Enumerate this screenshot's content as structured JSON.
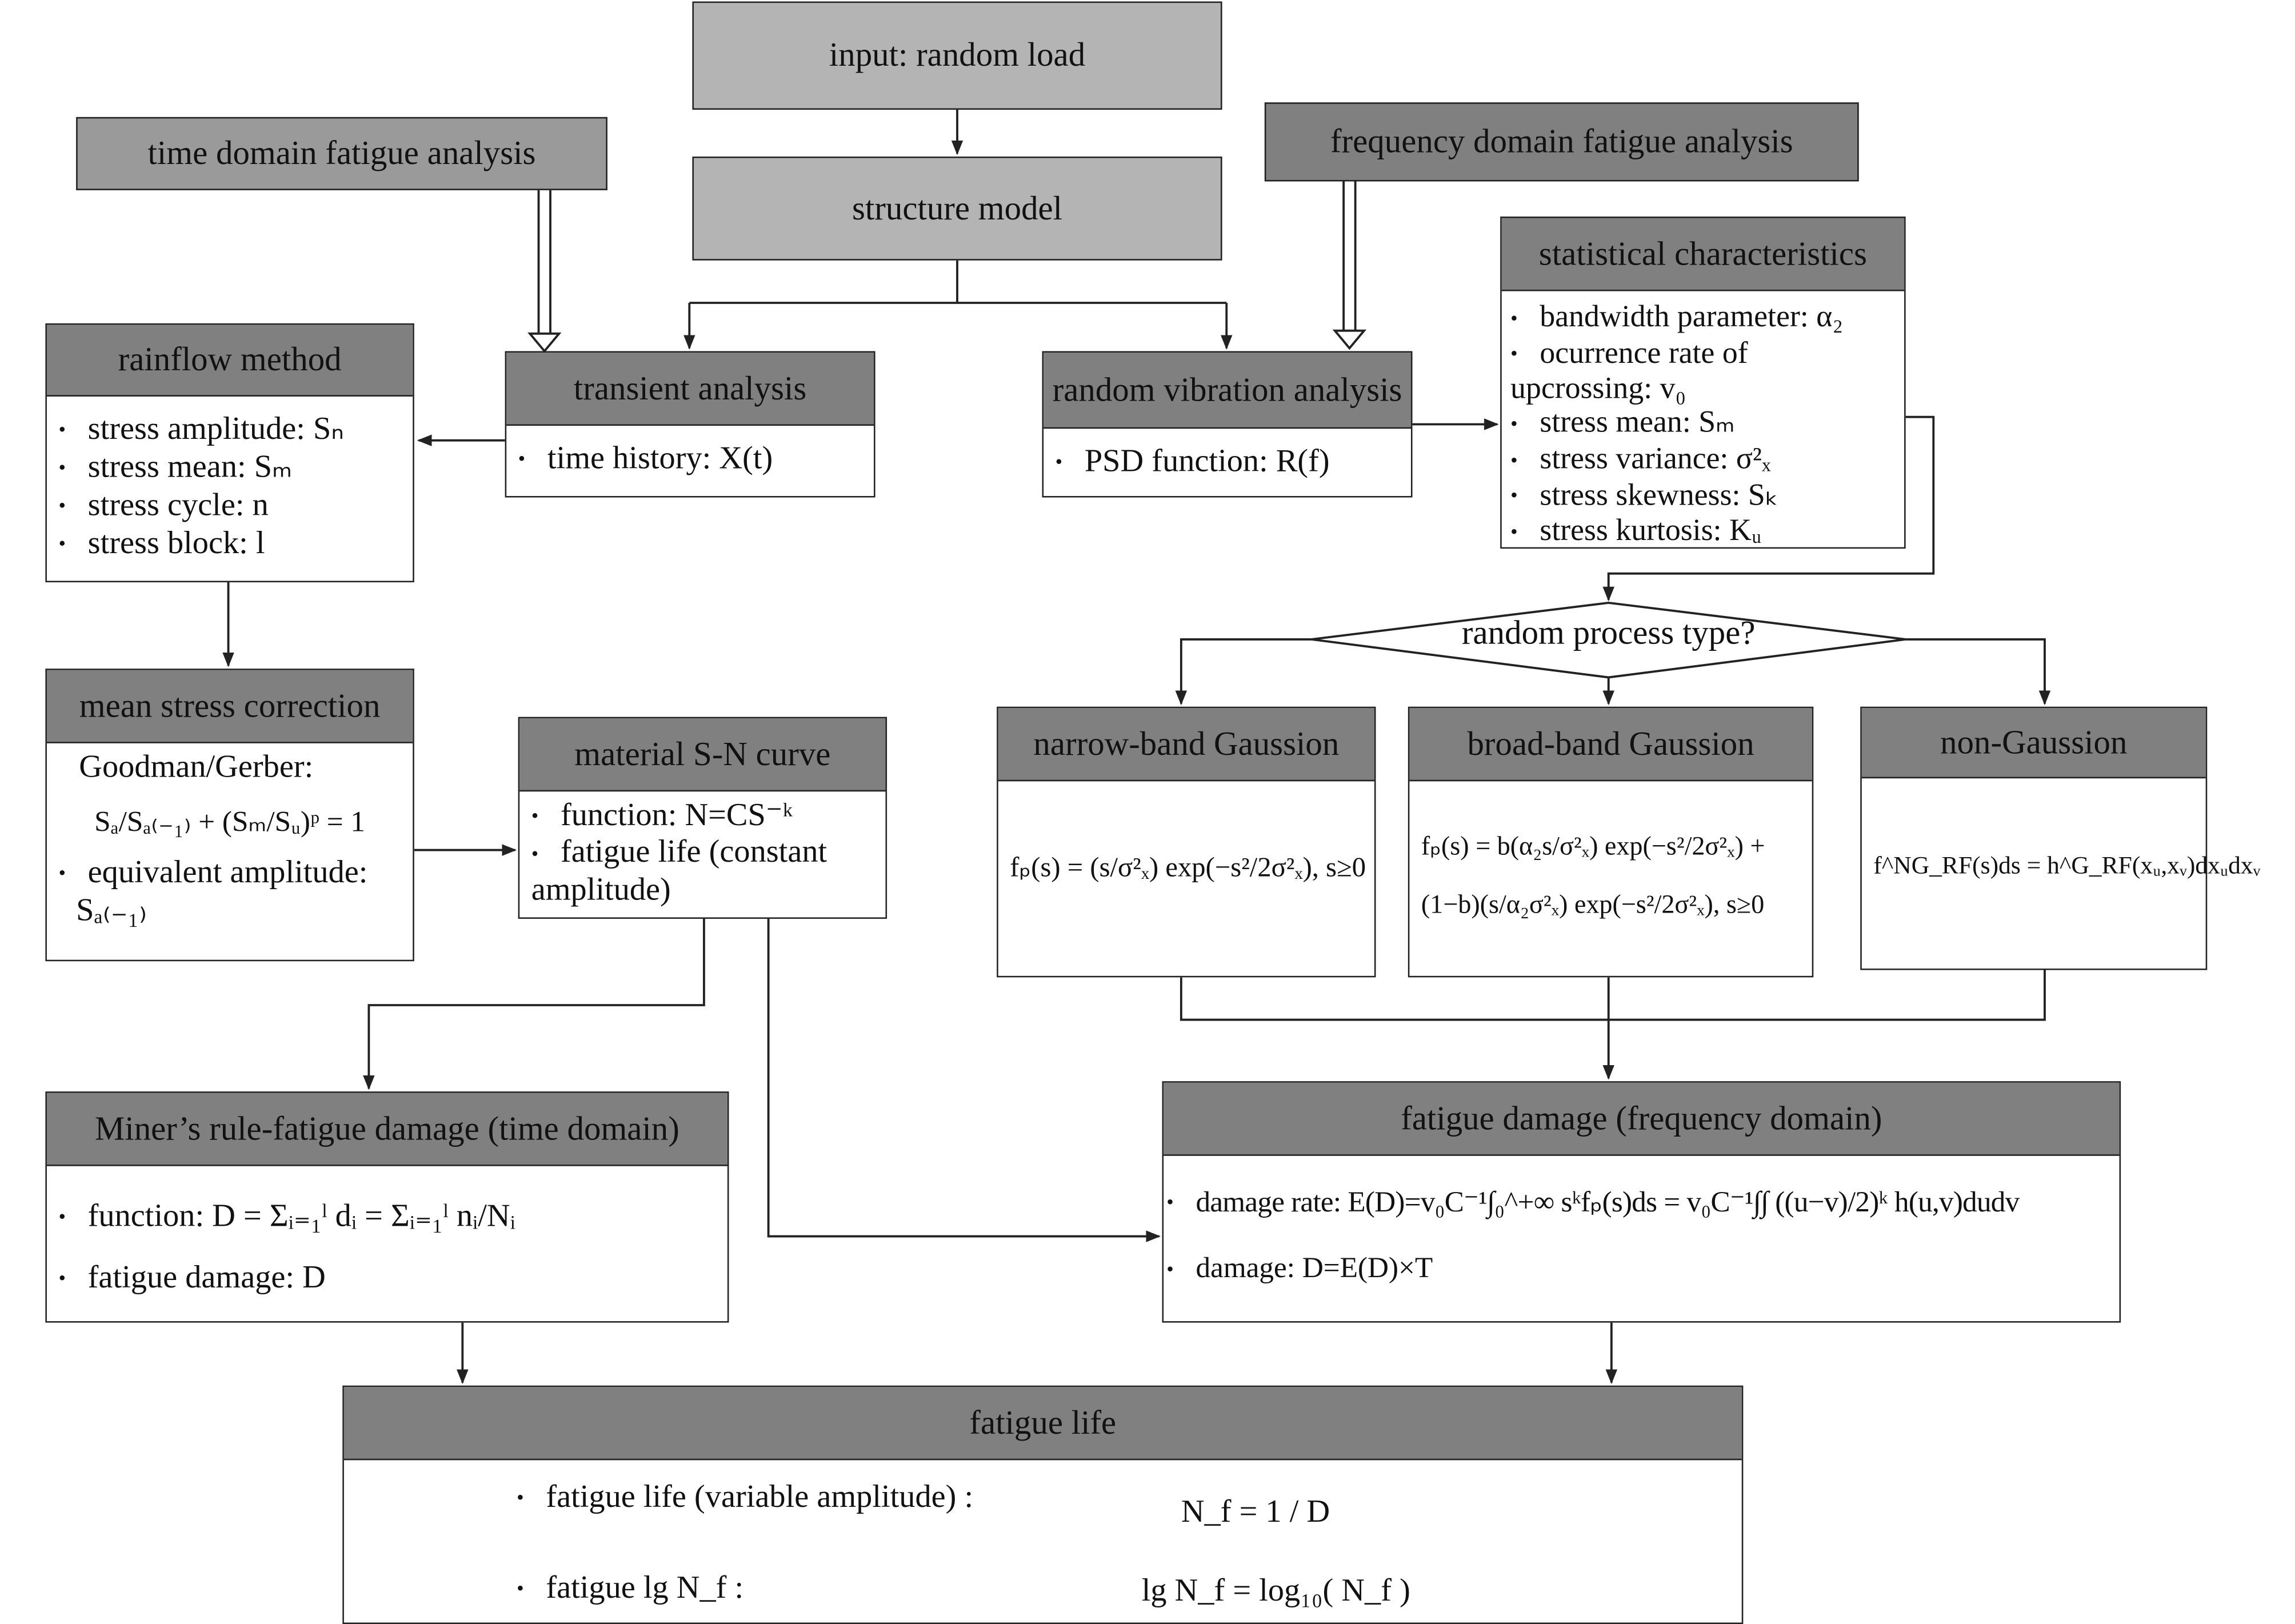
{
  "input": "input: random load",
  "structure": "structure model",
  "time_domain": "time domain fatigue analysis",
  "freq_domain": "frequency domain fatigue analysis",
  "rainflow": {
    "title": "rainflow method",
    "items": [
      "stress amplitude: Sₙ",
      "stress mean: Sₘ",
      "stress cycle: n",
      "stress block: l"
    ]
  },
  "transient": {
    "title": "transient analysis",
    "items": [
      "time history: X(t)"
    ]
  },
  "random_vib": {
    "title": "random vibration analysis",
    "items": [
      "PSD function: R(f)"
    ]
  },
  "stat": {
    "title": "statistical characteristics",
    "items": [
      "bandwidth parameter: α₂",
      "ocurrence rate of upcrossing: v₀",
      "stress mean: Sₘ",
      "stress variance: σ²ₓ",
      "stress skewness: Sₖ",
      "stress kurtosis: Kᵤ"
    ]
  },
  "decision": "random process type?",
  "narrow": {
    "title": "narrow-band Gaussion",
    "formula": "fₚ(s) = (s/σ²ₓ) exp(−s²/2σ²ₓ), s≥0"
  },
  "broad": {
    "title": "broad-band Gaussion",
    "formula1": "fₚ(s) = b(α₂s/σ²ₓ) exp(−s²/2σ²ₓ) +",
    "formula2": "(1−b)(s/α₂σ²ₓ) exp(−s²/2σ²ₓ), s≥0"
  },
  "nongauss": {
    "title": "non-Gaussion",
    "formula": "f^NG_RF(s)ds = h^G_RF(xᵤ,xᵥ)dxᵤdxᵥ"
  },
  "mean_stress": {
    "title": "mean stress correction",
    "line1": "Goodman/Gerber:",
    "formula": "Sₐ/Sₐ₍₋₁₎ + (Sₘ/Sᵤ)ᵖ = 1",
    "item": "equivalent amplitude:",
    "item2": "Sₐ₍₋₁₎"
  },
  "sn": {
    "title": "material S-N curve",
    "items": [
      "function: N=CS⁻ᵏ",
      "fatigue life (constant amplitude)"
    ]
  },
  "miner": {
    "title": "Miner’s rule-fatigue damage (time domain)",
    "items": [
      "function:  D = Σᵢ₌₁ˡ dᵢ = Σᵢ₌₁ˡ nᵢ/Nᵢ",
      "fatigue damage: D"
    ]
  },
  "freq_damage": {
    "title": "fatigue damage (frequency domain)",
    "items": [
      "damage rate: E(D)=v₀C⁻¹∫₀^+∞ sᵏfₚ(s)ds = v₀C⁻¹∫∫ ((u−v)/2)ᵏ h(u,v)dudv",
      "damage: D=E(D)×T"
    ]
  },
  "life": {
    "title": "fatigue life",
    "rows": [
      {
        "label": "fatigue life (variable amplitude) :",
        "formula": "N_f = 1 / D"
      },
      {
        "label": "fatigue lg N_f :",
        "formula": "lg N_f = log₁₀( N_f )"
      }
    ]
  }
}
